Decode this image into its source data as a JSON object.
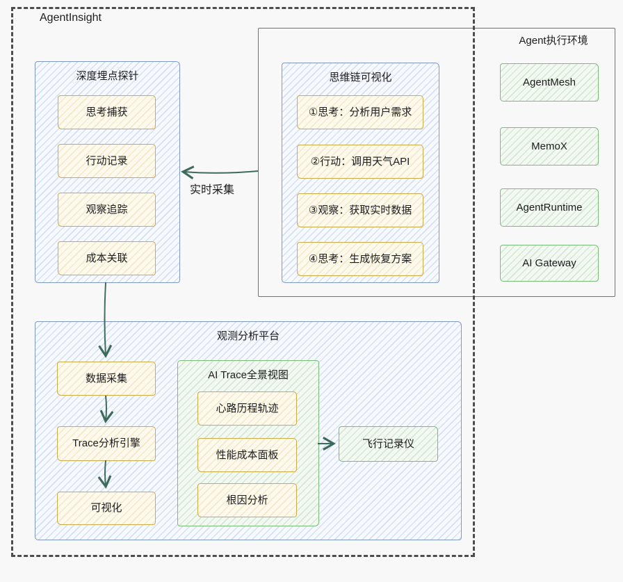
{
  "diagram": {
    "title": "AgentInsight",
    "probe": {
      "title": "深度埋点探针",
      "items": [
        "思考捕获",
        "行动记录",
        "观察追踪",
        "成本关联"
      ]
    },
    "cot": {
      "title": "思维链可视化",
      "steps": [
        "①思考：分析用户需求",
        "②行动：调用天气API",
        "③观察：获取实时数据",
        "④思考：生成恢复方案"
      ]
    },
    "env": {
      "title": "Agent执行环境",
      "components": [
        "AgentMesh",
        "MemoX",
        "AgentRuntime",
        "AI Gateway"
      ]
    },
    "platform": {
      "title": "观测分析平台",
      "pipeline": [
        "数据采集",
        "Trace分析引擎",
        "可视化"
      ],
      "trace_view": {
        "title": "AI Trace全景视图",
        "panels": [
          "心路历程轨迹",
          "性能成本面板",
          "根因分析"
        ]
      },
      "recorder": "飞行记录仪"
    },
    "edges": [
      {
        "from": "思维链可视化",
        "to": "深度埋点探针",
        "label": "实时采集"
      },
      {
        "from": "深度埋点探针",
        "to": "数据采集",
        "label": ""
      },
      {
        "from": "数据采集",
        "to": "Trace分析引擎",
        "label": ""
      },
      {
        "from": "Trace分析引擎",
        "to": "可视化",
        "label": ""
      },
      {
        "from": "AI Trace全景视图",
        "to": "飞行记录仪",
        "label": ""
      }
    ],
    "palette": {
      "background": "#f8f8f8",
      "dashed_frame": "#4d4d4d",
      "env_frame_border": "#707070",
      "blue_panel_border": "#7e99c9",
      "yellow_node_border": "#cfa944",
      "green_node_border": "#79bb79",
      "arrow": "#3d6b5b",
      "text": "#1c1c1c"
    }
  }
}
